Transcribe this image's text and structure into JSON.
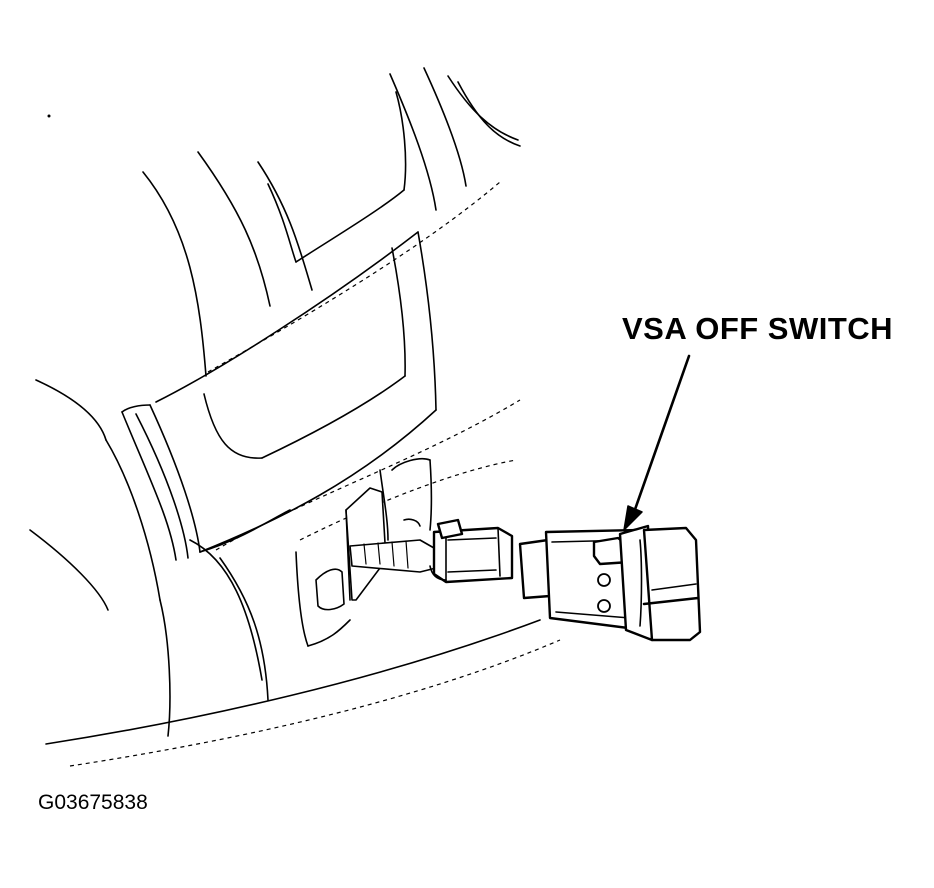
{
  "labels": {
    "callout": "VSA OFF SWITCH",
    "figure_id": "G03675838"
  },
  "icons": [
    "dashboard-panel-drawing",
    "wire-harness-connector",
    "vsa-off-switch-part",
    "leader-arrow"
  ]
}
